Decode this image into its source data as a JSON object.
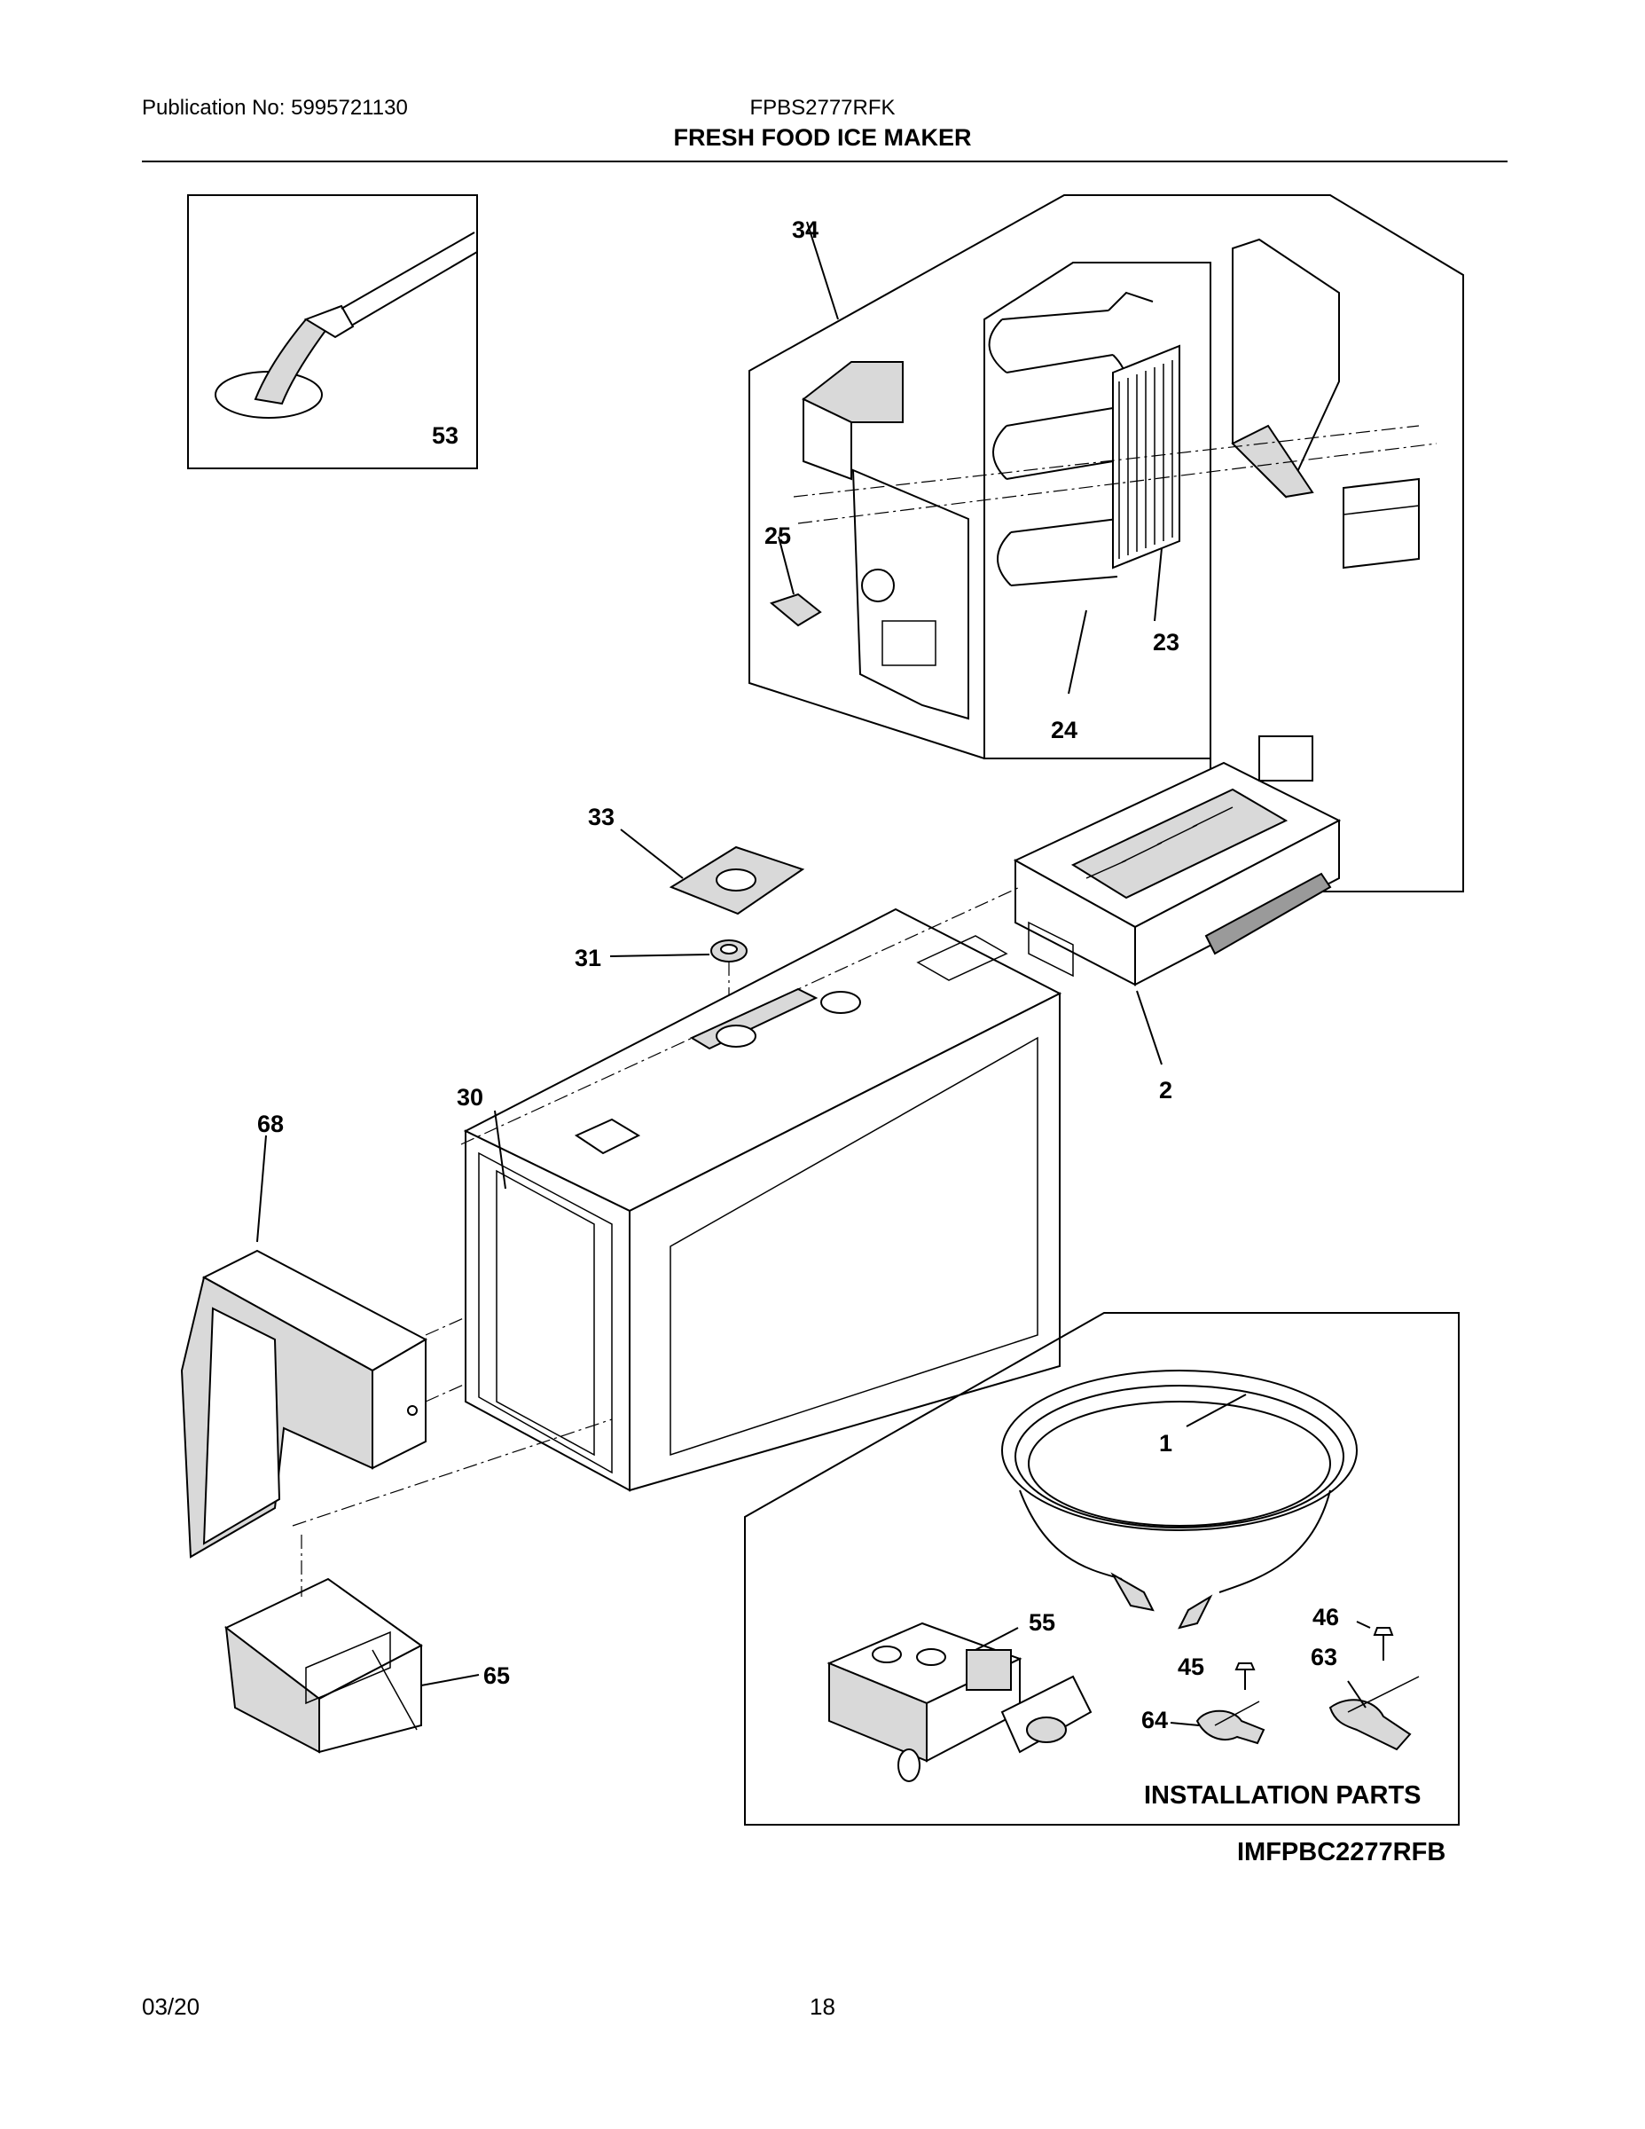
{
  "header": {
    "publication": "Publication No: 5995721130",
    "model": "FPBS2777RFK",
    "title": "FRESH FOOD ICE MAKER"
  },
  "callouts": {
    "c53": "53",
    "c34": "34",
    "c25": "25",
    "c23": "23",
    "c24": "24",
    "c33": "33",
    "c31": "31",
    "c30": "30",
    "c2": "2",
    "c68": "68",
    "c1": "1",
    "c55": "55",
    "c46": "46",
    "c45": "45",
    "c63": "63",
    "c64": "64",
    "c65": "65"
  },
  "installation_label": "INSTALLATION PARTS",
  "diagram_code": "IMFPBC2277RFB",
  "footer": {
    "date": "03/20",
    "page": "18"
  }
}
